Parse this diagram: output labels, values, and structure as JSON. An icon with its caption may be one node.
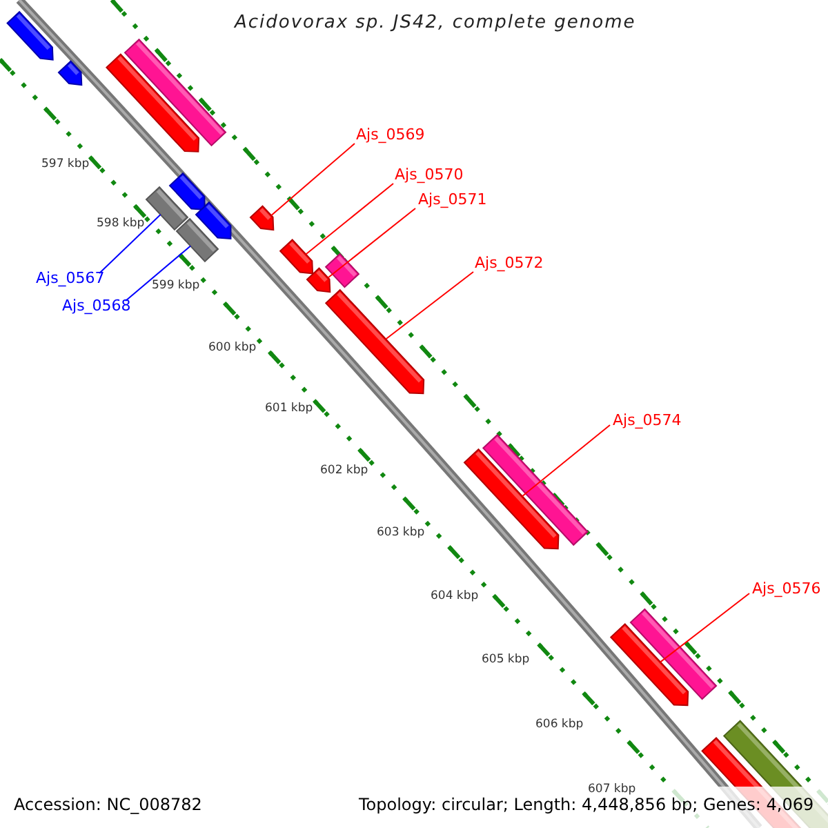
{
  "diagram": {
    "title": "Acidovorax sp. JS42, complete genome",
    "nodes": [
      {
        "text": [],
        "shape": "bar"
      },
      {
        "text": [],
        "shape": "bar"
      },
      {
        "text": [],
        "shape": "bar"
      },
      {
        "text": [],
        "shape": "bar"
      },
      {
        "text": [],
        "shape": "bar"
      },
      {
        "text": [],
        "shape": "bar"
      },
      {
        "text": [],
        "shape": "bar"
      },
      {
        "text": [],
        "shape": "bar"
      },
      {
        "text": [],
        "shape": "bar"
      },
      {
        "text": [],
        "shape": "bar"
      },
      {
        "text": [],
        "shape": "bar"
      },
      {
        "text": [],
        "shape": "bar"
      },
      {
        "text": [],
        "shape": "bar"
      },
      {
        "text": [],
        "shape": "bar"
      },
      {
        "text": [],
        "shape": "bar"
      },
      {
        "text": [],
        "shape": "bar"
      },
      {
        "text": [],
        "shape": "bar"
      },
      {
        "text": [],
        "shape": "bar"
      },
      {
        "text": [],
        "shape": "bar"
      },
      {
        "text": [
          "Ajs_0569"
        ]
      },
      {
        "text": [
          "Ajs_0570"
        ]
      },
      {
        "text": [
          "Ajs_0571"
        ]
      },
      {
        "text": [
          "Ajs_0572"
        ]
      },
      {
        "text": [
          "Ajs_0567"
        ]
      },
      {
        "text": [
          "Ajs_0568"
        ]
      },
      {
        "text": [
          "Ajs_0574"
        ]
      },
      {
        "text": [
          "Ajs_0576"
        ]
      }
    ],
    "edges": [
      {
        "from": 19,
        "to": 6,
        "arrow": "none"
      },
      {
        "from": 20,
        "to": 9,
        "arrow": "none"
      },
      {
        "from": 21,
        "to": 11,
        "arrow": "none"
      },
      {
        "from": 22,
        "to": 12,
        "arrow": "none"
      },
      {
        "from": 23,
        "to": 5,
        "arrow": "none",
        "color": "#0000ff"
      },
      {
        "from": 24,
        "to": 8,
        "arrow": "none",
        "color": "#0000ff"
      },
      {
        "from": 25,
        "to": 14,
        "arrow": "none"
      },
      {
        "from": 26,
        "to": 16,
        "arrow": "none"
      }
    ],
    "labels": [
      "597 kbp",
      "598 kbp",
      "599 kbp",
      "600 kbp",
      "601 kbp",
      "602 kbp",
      "603 kbp",
      "604 kbp",
      "605 kbp",
      "606 kbp",
      "607 kbp",
      "Accession: NC_008782",
      "Topology: circular; Length: 4,448,856 bp; Genes: 4,069"
    ]
  }
}
